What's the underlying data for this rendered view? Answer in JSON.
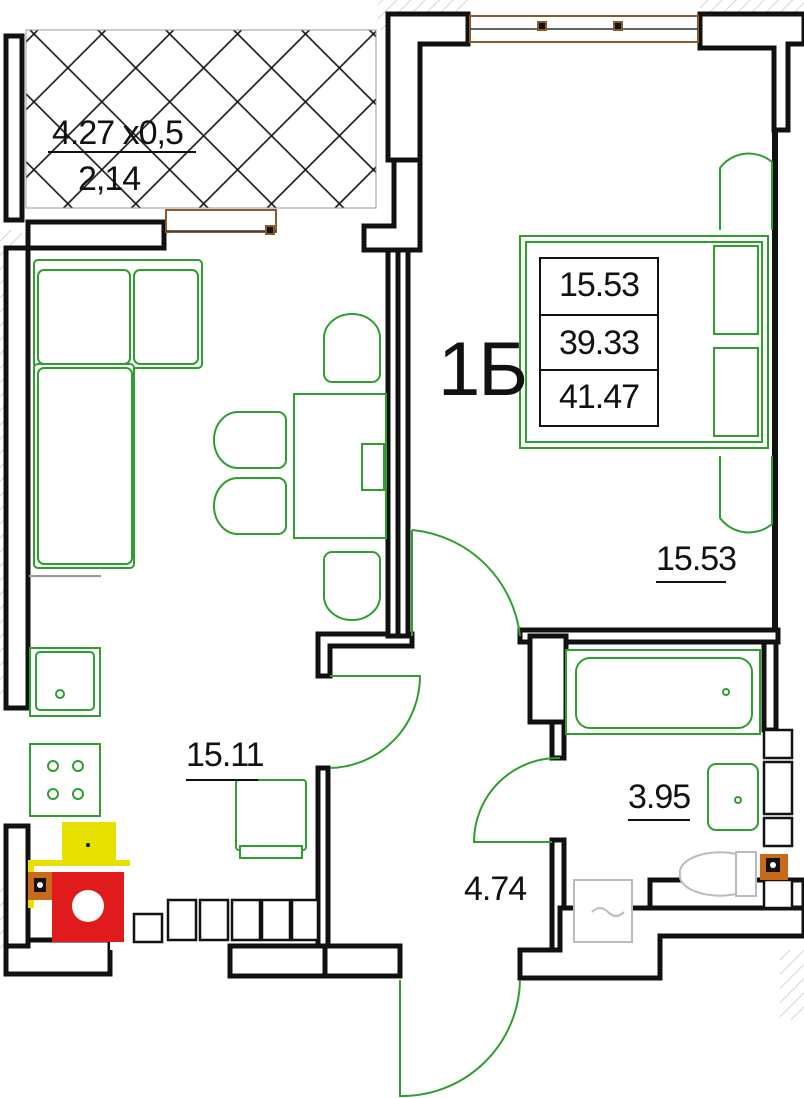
{
  "plan": {
    "unit_name": "1Б",
    "summary": {
      "living_area": "15.53",
      "total_area_excl_balcony": "39.33",
      "total_area": "41.47"
    },
    "rooms": {
      "bedroom_area": "15.53",
      "kitchen_living_area": "15.11",
      "hall_area": "4.74",
      "bathroom_area": "3.95"
    },
    "balcony": {
      "dimensions": "4.27 x0,5",
      "area": "2,14"
    },
    "colors": {
      "wall": "#111111",
      "furniture": "#2e9e2e",
      "gas_boiler": "#e8e000",
      "boiler": "#e01b1b",
      "vent": "#c96a1a",
      "hatch": "#cfcfcf"
    }
  }
}
